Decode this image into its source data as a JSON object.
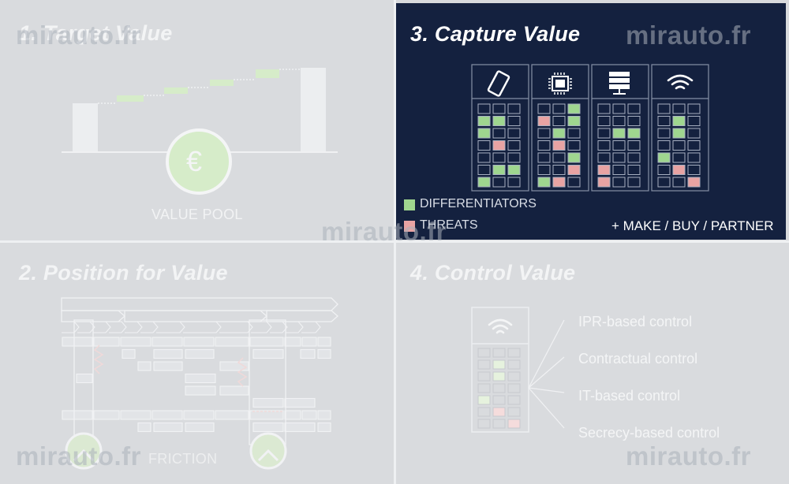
{
  "panels": {
    "target": {
      "title": "1. Target Value",
      "value_pool_label": "VALUE POOL",
      "currency_symbol": "€"
    },
    "position": {
      "title": "2. Position for Value",
      "friction_label": "FRICTION"
    },
    "capture": {
      "title": "3. Capture Value",
      "icons": [
        "smartphone-icon",
        "chip-icon",
        "server-icon",
        "wifi-icon"
      ],
      "legend": {
        "differentiators": "DIFFERENTIATORS",
        "threats": "THREATS"
      },
      "make_buy_partner": "+ MAKE / BUY / PARTNER",
      "colors": {
        "background": "#14213f",
        "differentiator": "#9fd68f",
        "threat": "#e8a3a3"
      }
    },
    "control": {
      "title": "4. Control Value",
      "controls": [
        "IPR-based control",
        "Contractual control",
        "IT-based control",
        "Secrecy-based control"
      ]
    }
  },
  "watermark": "mirauto.fr"
}
